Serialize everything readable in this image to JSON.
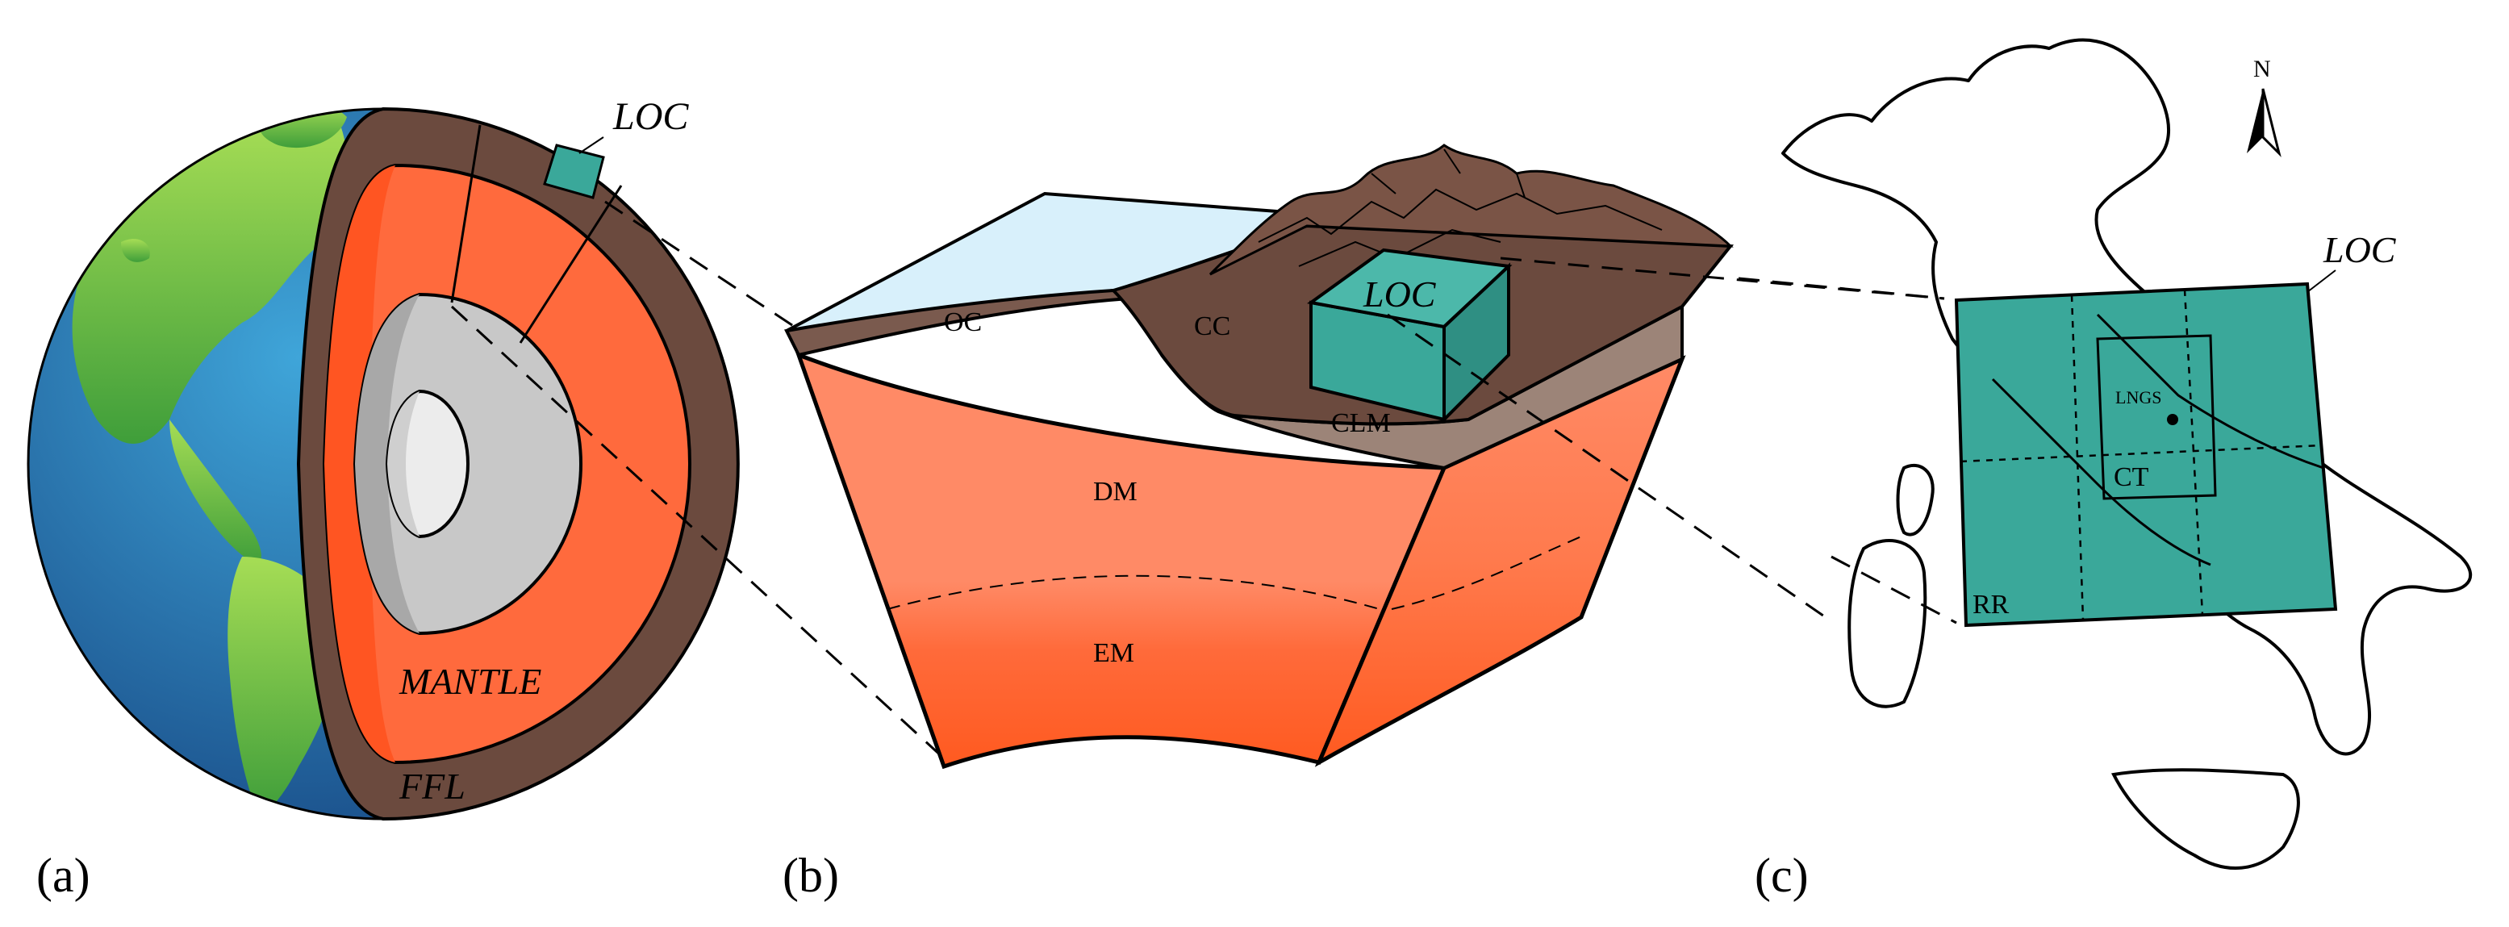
{
  "panels": {
    "a": {
      "tag": "(a)",
      "labels": {
        "loc": "LOC",
        "mantle": "MANTLE",
        "ffl": "FFL"
      }
    },
    "b": {
      "tag": "(b)",
      "labels": {
        "oc": "OC",
        "cc": "CC",
        "loc": "LOC",
        "clm": "CLM",
        "dm": "DM",
        "em": "EM"
      }
    },
    "c": {
      "tag": "(c)",
      "labels": {
        "north": "N",
        "loc": "LOC",
        "lngs": "LNGS",
        "ct": "CT",
        "rr": "RR"
      }
    }
  },
  "colors": {
    "ocean": "#1f77b4",
    "land": "#7cc243",
    "crust_brown": "#6b4a3e",
    "mantle_orange": "#ff6a3d",
    "mantle_inner": "#ff5522",
    "core_outer": "#c8c8c8",
    "core_inner": "#eeeeee",
    "loc_teal": "#3aa89a",
    "sky": "#d8f0fb",
    "dm_salmon": "#ff8c66",
    "clm_taupe": "#9c8478"
  }
}
